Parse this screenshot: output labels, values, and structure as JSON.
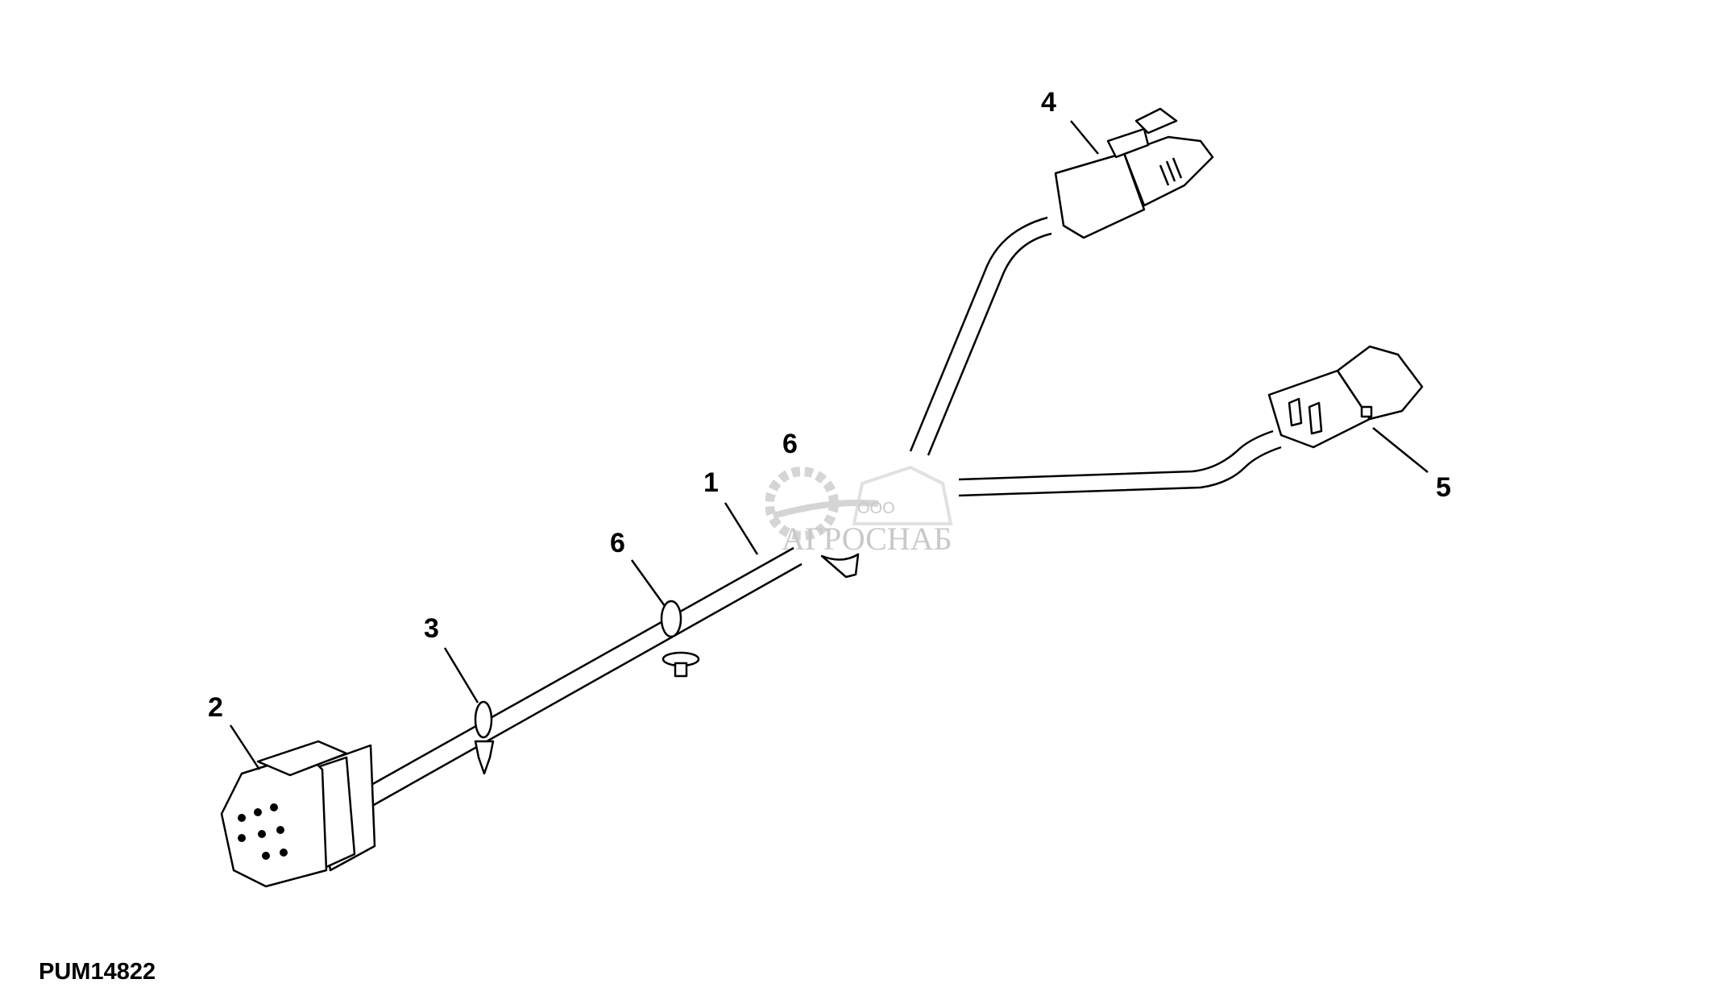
{
  "figure_id": "PUM14822",
  "callouts": {
    "c1": "1",
    "c2": "2",
    "c3": "3",
    "c4": "4",
    "c5": "5",
    "c6a": "6",
    "c6b": "6"
  },
  "watermark": {
    "prefix": "ООО",
    "name": "АГРОСНАБ"
  }
}
